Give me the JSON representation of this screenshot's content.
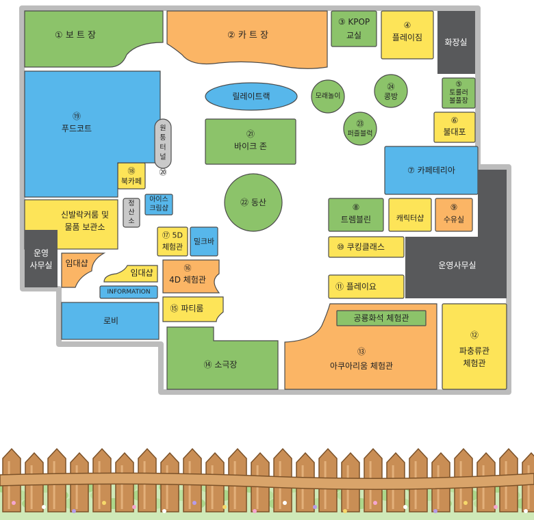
{
  "colors": {
    "green": "#8cc36a",
    "orange": "#fbb565",
    "blue": "#57b7eb",
    "yellow": "#fde458",
    "gray": "#58595b",
    "floor": "#ffffff",
    "wall": "#bcbcbc",
    "lightgray": "#c9c9c9"
  },
  "areas": {
    "boat": "① 보 트 장",
    "kart": "② 카 트 장",
    "kpop_line1": "③ KPOP",
    "kpop_line2": "교실",
    "playgym_num": "④",
    "playgym": "플레이짐",
    "restroom": "화장실",
    "roller_num": "⑤",
    "roller_line1": "토룰러",
    "roller_line2": "볼풀장",
    "bubble_num": "⑥",
    "bubble": "불대포",
    "cafeteria": "⑦ 카페테리아",
    "trampoline_num": "⑧",
    "trampoline": "트렘블린",
    "character": "캐릭터샵",
    "nursing_num": "⑨",
    "nursing": "수유실",
    "cooking": "⑩ 쿠킹클래스",
    "playyo": "⑪ 플레이요",
    "office_right": "운영사무실",
    "insect_num": "⑫",
    "insect_line1": "파충류관",
    "insect_line2": "체험관",
    "dino": "공룡화석 체험관",
    "aqua_num": "⑬",
    "aqua": "아쿠아리움 체험관",
    "theater": "⑭ 소극장",
    "party": "⑮ 파티룸",
    "exp4d_num": "⑯",
    "exp4d": "4D 체험관",
    "exp5d_line1": "⑰ 5D",
    "exp5d_line2": "체험관",
    "milk": "밀크바",
    "bookcafe_num": "⑱",
    "bookcafe": "북카페",
    "foodcourt_num": "⑲",
    "foodcourt": "푸드코트",
    "tunnel_chars": [
      "원",
      "통",
      "터",
      "널"
    ],
    "tunnel_num": "⑳",
    "bike_num": "㉑",
    "bike": "바이크 존",
    "hill": "㉒ 동산",
    "puzzle_num": "㉓",
    "puzzle": "퍼즐블럭",
    "beanroom_num": "㉔",
    "beanroom": "콩방",
    "sand": "모래놀이",
    "relay": "릴레이트랙",
    "icecream_line1": "아이스",
    "icecream_line2": "크림샵",
    "checkout_chars": [
      "정",
      "산",
      "소"
    ],
    "locker_line1": "신발락커룸 및",
    "locker_line2": "물품 보관소",
    "office_left_line1": "운영",
    "office_left_line2": "사무실",
    "rental1": "임대샵",
    "rental2": "임대샵",
    "information": "INFORMATION",
    "lobby": "로비"
  }
}
